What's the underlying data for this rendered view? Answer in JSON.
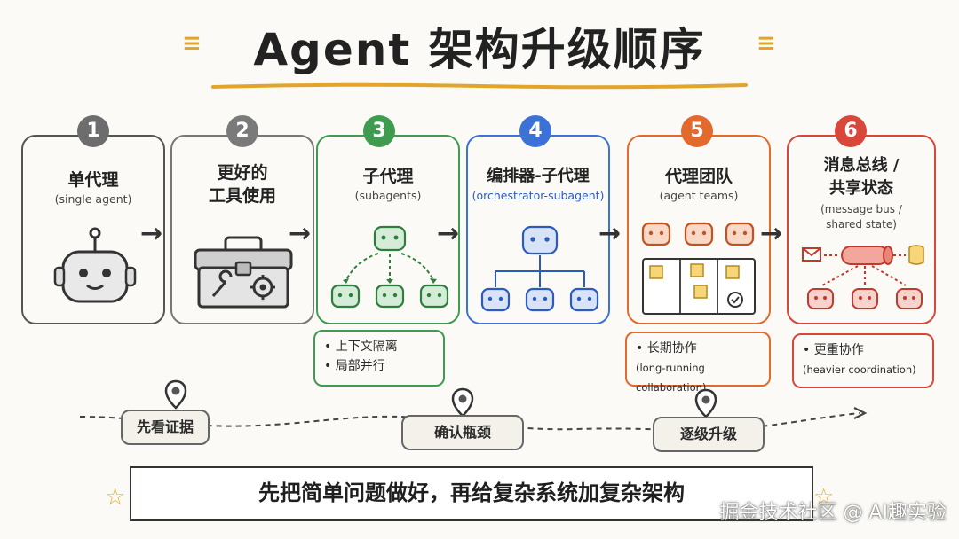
{
  "title": "Agent 架构升级顺序",
  "steps": [
    {
      "num": "1",
      "name": "单代理",
      "sub": "(single agent)",
      "color": "#6d6d6d"
    },
    {
      "num": "2",
      "name_line1": "更好的",
      "name_line2": "工具使用",
      "color": "#7a7a7a"
    },
    {
      "num": "3",
      "name": "子代理",
      "sub": "(subagents)",
      "color": "#3e9b4f"
    },
    {
      "num": "4",
      "name": "编排器-子代理",
      "sub": "(orchestrator-subagent)",
      "color": "#3c72d6"
    },
    {
      "num": "5",
      "name": "代理团队",
      "sub": "(agent teams)",
      "color": "#e3692d"
    },
    {
      "num": "6",
      "name_line1": "消息总线 /",
      "name_line2": "共享状态",
      "sub_line1": "(message bus /",
      "sub_line2": "shared state)",
      "color": "#d9463a"
    }
  ],
  "notes": {
    "step3": [
      "• 上下文隔离",
      "• 局部并行"
    ],
    "step5": {
      "main": "• 长期协作",
      "sub": "(long-running collaboration)"
    },
    "step6": {
      "main": "• 更重协作",
      "sub": "(heavier coordination)"
    }
  },
  "path_labels": [
    "先看证据",
    "确认瓶颈",
    "逐级升级"
  ],
  "bottom_text": "先把简单问题做好，再给复杂系统加复杂架构",
  "watermark": "掘金技术社区 @ AI趣实验"
}
